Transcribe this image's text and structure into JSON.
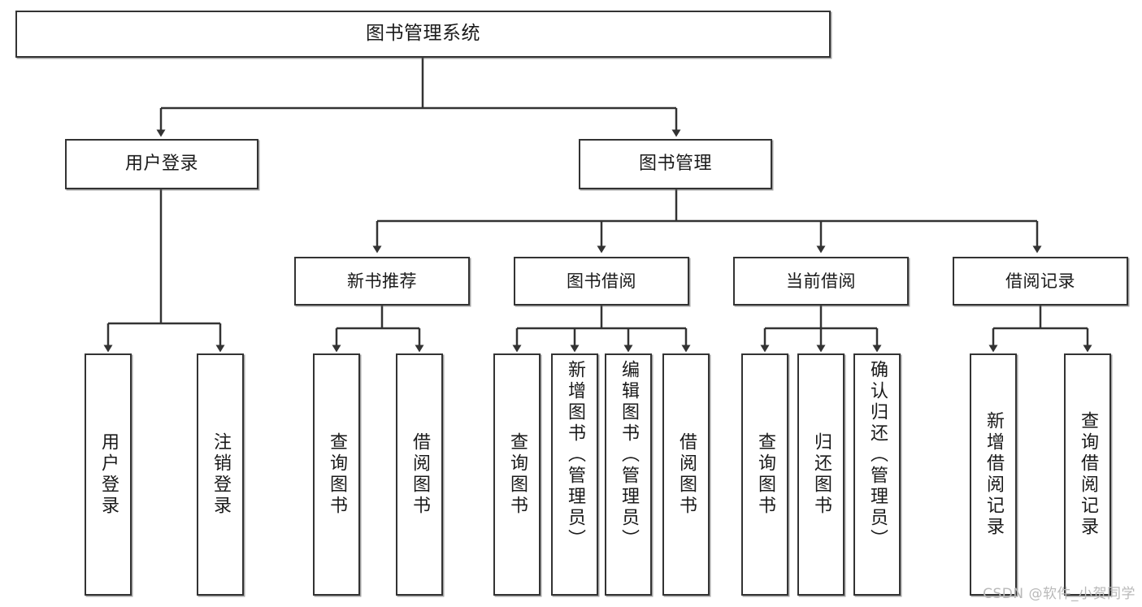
{
  "diagram": {
    "title": "图书管理系统",
    "type": "hierarchy-tree",
    "watermark": "CSDN @软件_小贺同学",
    "colors": {
      "stroke": "#333333",
      "fill": "#ffffff",
      "text": "#1a1a1a",
      "watermark": "#b9b9b9"
    },
    "levels": {
      "root": {
        "label": "图书管理系统"
      },
      "level1": [
        {
          "label": "用户登录"
        },
        {
          "label": "图书管理"
        }
      ],
      "level2": [
        {
          "label": "新书推荐"
        },
        {
          "label": "图书借阅"
        },
        {
          "label": "当前借阅"
        },
        {
          "label": "借阅记录"
        }
      ],
      "leaves": {
        "user_login": [
          {
            "label": "用户登录"
          },
          {
            "label": "注销登录"
          }
        ],
        "new_book_recommend": [
          {
            "label": "查询图书"
          },
          {
            "label": "借阅图书"
          }
        ],
        "book_borrow": [
          {
            "label": "查询图书"
          },
          {
            "label": "新增图书（管理员）"
          },
          {
            "label": "编辑图书（管理员）"
          },
          {
            "label": "借阅图书"
          }
        ],
        "current_borrow": [
          {
            "label": "查询图书"
          },
          {
            "label": "归还图书"
          },
          {
            "label": "确认归还（管理员）"
          }
        ],
        "borrow_record": [
          {
            "label": "新增借阅记录"
          },
          {
            "label": "查询借阅记录"
          }
        ]
      }
    }
  }
}
